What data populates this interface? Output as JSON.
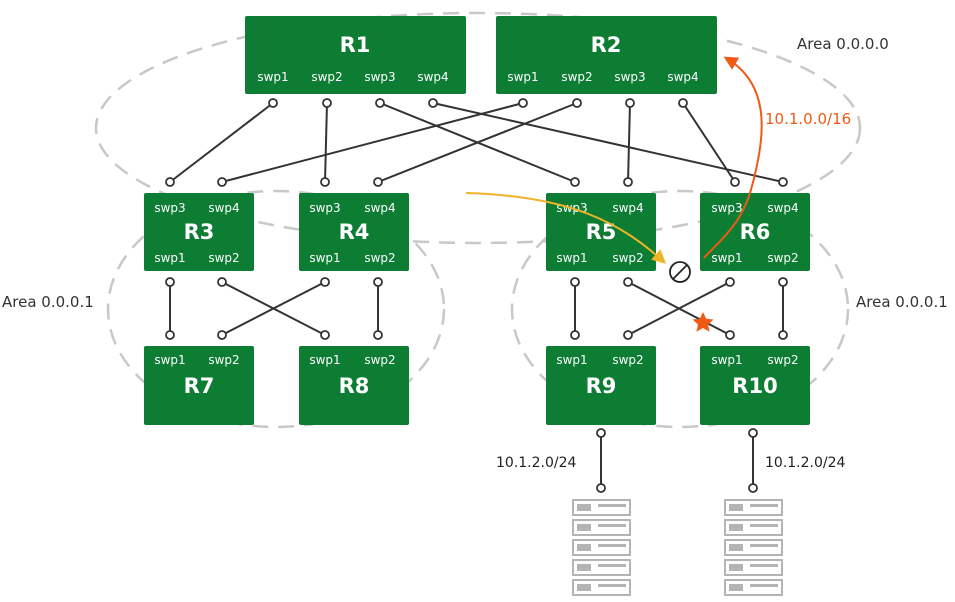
{
  "colors": {
    "router_fill": "#0c7d33",
    "link": "#333333",
    "area_border": "#c8c8c8",
    "route_arrow": "#f05a14",
    "traffic_arrow": "#f0b428",
    "failure_star": "#f05a14",
    "server": "#b4b4b4"
  },
  "areas": {
    "backbone": "Area 0.0.0.0",
    "left": "Area 0.0.0.1",
    "right": "Area 0.0.0.1"
  },
  "routers": {
    "r1": {
      "name": "R1",
      "ports": [
        "swp1",
        "swp2",
        "swp3",
        "swp4"
      ]
    },
    "r2": {
      "name": "R2",
      "ports": [
        "swp1",
        "swp2",
        "swp3",
        "swp4"
      ]
    },
    "r3": {
      "name": "R3",
      "top_ports": [
        "swp3",
        "swp4"
      ],
      "bottom_ports": [
        "swp1",
        "swp2"
      ]
    },
    "r4": {
      "name": "R4",
      "top_ports": [
        "swp3",
        "swp4"
      ],
      "bottom_ports": [
        "swp1",
        "swp2"
      ]
    },
    "r5": {
      "name": "R5",
      "top_ports": [
        "swp3",
        "swp4"
      ],
      "bottom_ports": [
        "swp1",
        "swp2"
      ]
    },
    "r6": {
      "name": "R6",
      "top_ports": [
        "swp3",
        "swp4"
      ],
      "bottom_ports": [
        "swp1",
        "swp2"
      ]
    },
    "r7": {
      "name": "R7",
      "ports": [
        "swp1",
        "swp2"
      ]
    },
    "r8": {
      "name": "R8",
      "ports": [
        "swp1",
        "swp2"
      ]
    },
    "r9": {
      "name": "R9",
      "ports": [
        "swp1",
        "swp2"
      ]
    },
    "r10": {
      "name": "R10",
      "ports": [
        "swp1",
        "swp2"
      ]
    }
  },
  "route": {
    "label": "10.1.0.0/16"
  },
  "networks": {
    "r9_subnet": "10.1.2.0/24",
    "r10_subnet": "10.1.2.0/24"
  },
  "icons": {
    "failure": "star-icon",
    "blocked": "no-entry-icon",
    "server": "server-rack-icon"
  }
}
